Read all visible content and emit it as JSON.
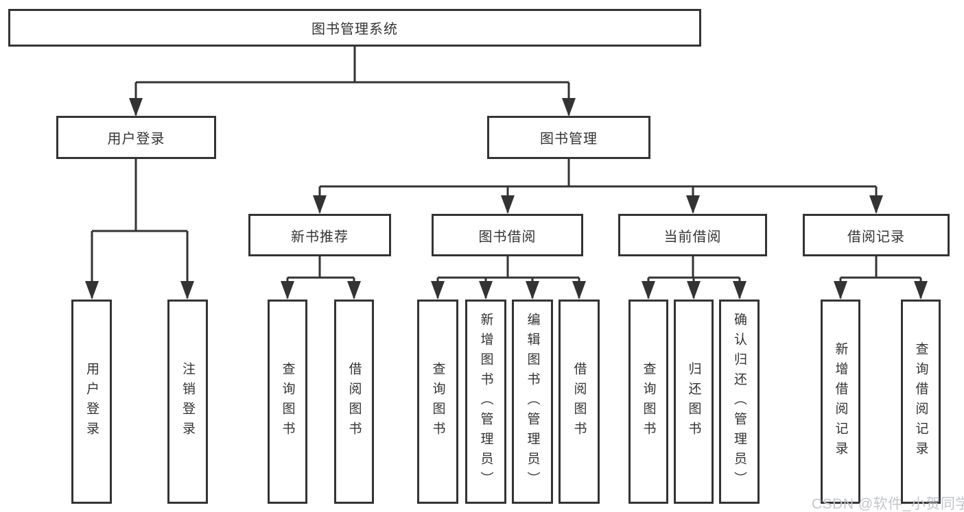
{
  "tree": {
    "label": "图书管理系统",
    "children": [
      {
        "label": "用户登录",
        "children": [
          {
            "label": "用户登录"
          },
          {
            "label": "注销登录"
          }
        ]
      },
      {
        "label": "图书管理",
        "children": [
          {
            "label": "新书推荐",
            "children": [
              {
                "label": "查询图书"
              },
              {
                "label": "借阅图书"
              }
            ]
          },
          {
            "label": "图书借阅",
            "children": [
              {
                "label": "查询图书"
              },
              {
                "label": "新增图书（管理员）"
              },
              {
                "label": "编辑图书（管理员）"
              },
              {
                "label": "借阅图书"
              }
            ]
          },
          {
            "label": "当前借阅",
            "children": [
              {
                "label": "查询图书"
              },
              {
                "label": "归还图书"
              },
              {
                "label": "确认归还（管理员）"
              }
            ]
          },
          {
            "label": "借阅记录",
            "children": [
              {
                "label": "新增借阅记录"
              },
              {
                "label": "查询借阅记录"
              }
            ]
          }
        ]
      }
    ]
  },
  "watermark": "CSDN @软件_小贺同学",
  "colors": {
    "line": "#333333",
    "box_border": "#333333",
    "text": "#333333",
    "watermark": "#c2c5ca",
    "background": "#ffffff"
  }
}
